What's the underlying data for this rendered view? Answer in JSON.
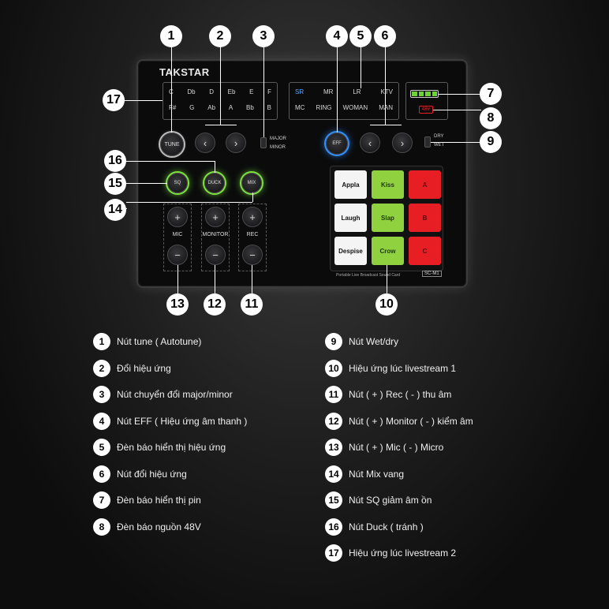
{
  "device": {
    "brand": "TAKSTAR",
    "keys_row1": [
      "C",
      "Db",
      "D",
      "Eb",
      "E",
      "F"
    ],
    "keys_row2": [
      "F#",
      "G",
      "Ab",
      "A",
      "Bb",
      "B"
    ],
    "effects_row1": [
      "SR",
      "MR",
      "LR",
      "KTV"
    ],
    "effects_row2": [
      "MC",
      "RING",
      "WOMAN",
      "MAN"
    ],
    "tune_label": "TUNE",
    "eff_label": "EFF",
    "major_label": "MAJOR",
    "minor_label": "MINOR",
    "dry_label": "DRY",
    "wet_label": "WET",
    "power_label": "48V",
    "sq_label": "SQ",
    "duck_label": "DUCK",
    "mix_label": "MIX",
    "mic_label": "MIC",
    "monitor_label": "MONITOR",
    "rec_label": "REC",
    "plus": "+",
    "minus": "−",
    "left_arrow": "‹",
    "right_arrow": "›",
    "pads_row1": [
      "Appla",
      "Kiss",
      "A"
    ],
    "pads_row2": [
      "Laugh",
      "Slap",
      "B"
    ],
    "pads_row3": [
      "Despise",
      "Crow",
      "C"
    ],
    "model_caption": "Portable Live Broadcast Sound Card",
    "model_name": "SC-M1",
    "colors": {
      "white_pad": "#f4f4f4",
      "green_pad": "#8fd13f",
      "red_pad": "#e81e25",
      "accent_blue": "#2f8fff",
      "accent_green": "#7ee23e"
    }
  },
  "callouts": {
    "c1": "1",
    "c2": "2",
    "c3": "3",
    "c4": "4",
    "c5": "5",
    "c6": "6",
    "c7": "7",
    "c8": "8",
    "c9": "9",
    "c10": "10",
    "c11": "11",
    "c12": "12",
    "c13": "13",
    "c14": "14",
    "c15": "15",
    "c16": "16",
    "c17": "17"
  },
  "legend_left": [
    {
      "num": "1",
      "text": "Nút tune ( Autotune)"
    },
    {
      "num": "2",
      "text": "Đổi hiệu ứng"
    },
    {
      "num": "3",
      "text": "Nút chuyển đổi major/minor"
    },
    {
      "num": "4",
      "text": "Nút EFF ( Hiệu ứng âm thanh )"
    },
    {
      "num": "5",
      "text": "Đèn báo hiển thị hiệu ứng"
    },
    {
      "num": "6",
      "text": "Nút đổi hiệu ứng"
    },
    {
      "num": "7",
      "text": "Đèn báo hiển thị pin"
    },
    {
      "num": "8",
      "text": "Đèn báo nguồn 48V"
    }
  ],
  "legend_right": [
    {
      "num": "9",
      "text": "Nút Wet/dry"
    },
    {
      "num": "10",
      "text": "Hiệu ứng lúc livestream 1"
    },
    {
      "num": "11",
      "text": "Nút ( + ) Rec ( - ) thu âm"
    },
    {
      "num": "12",
      "text": "Nút ( + ) Monitor ( - ) kiểm âm"
    },
    {
      "num": "13",
      "text": "Nút ( + ) Mic ( - ) Micro"
    },
    {
      "num": "14",
      "text": "Nút Mix vang"
    },
    {
      "num": "15",
      "text": "Nút SQ giảm âm ồn"
    },
    {
      "num": "16",
      "text": "Nút Duck ( tránh )"
    },
    {
      "num": "17",
      "text": "Hiệu ứng lúc livestream 2"
    }
  ]
}
